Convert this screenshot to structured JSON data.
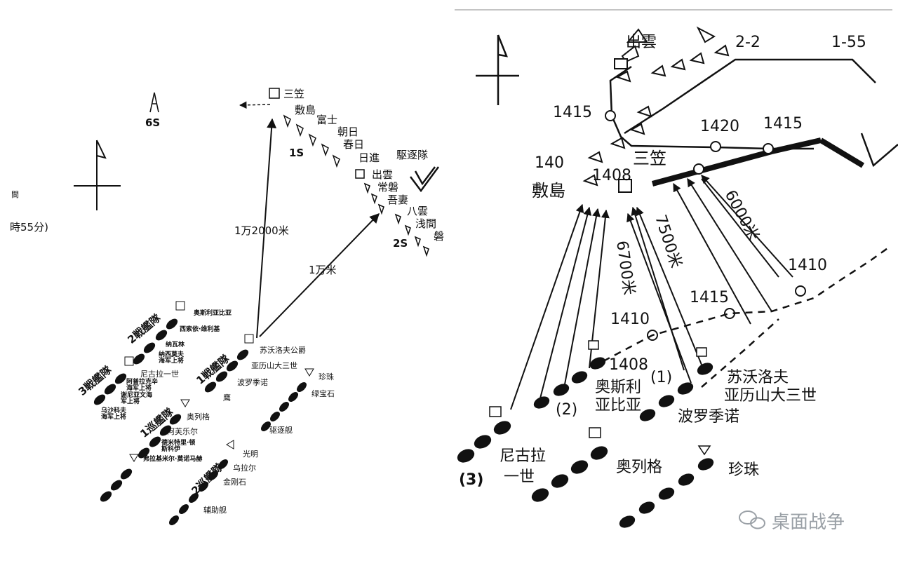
{
  "left": {
    "edge_top": "間",
    "edge_time": "時55分)",
    "north_6s": "6S",
    "mikasa": "三笠",
    "shikishima": "敷島",
    "fuji": "富士",
    "asahi": "朝日",
    "kasuga": "春日",
    "nisshin": "日進",
    "group_1s": "1S",
    "group_2s": "2S",
    "destroyers_jp": "駆逐隊",
    "izumo": "出雲",
    "tokiwa": "常磐",
    "azuma": "吾妻",
    "yakumo": "八雲",
    "asama": "浅間",
    "iwate": "磐",
    "dist_12000": "1万2000米",
    "dist_10000": "1万米",
    "bb2": "2戦艦隊",
    "bb3": "3戦艦隊",
    "bb1": "1戦艦隊",
    "cr1": "1巡艦隊",
    "cr2": "2巡艦隊",
    "oslyabya": "奥斯利亚比亚",
    "sisoy": "西索依·维利基",
    "navarin": "纳瓦林",
    "nakhimov": "纳西莫夫海军上将",
    "nikolai": "尼古拉一世",
    "apraksin": "阿普拉克辛海军上将",
    "senyavin": "谢尼亚文海军上将",
    "ushakov": "乌沙科夫海军上将",
    "suvorov": "苏沃洛夫公爵",
    "alexander": "亚历山大三世",
    "borodino": "波罗季诺",
    "oryol": "鹰",
    "zhemchug": "珍珠",
    "izumrud": "绿宝石",
    "destroyers_ru": "驱逐舰",
    "oleg": "奥列格",
    "aurora": "阿芙乐尔",
    "donskoy": "德米特里·顿斯科伊",
    "monomakh": "弗拉基米尔·莫诺马赫",
    "svetlana": "光明",
    "ural": "乌拉尔",
    "almaz": "金刚石",
    "auxiliary": "辅助舰"
  },
  "right": {
    "izumo": "出雲",
    "label_2_2": "2-2",
    "label_1_55": "1-55",
    "t1415_a": "1415",
    "t1420": "1420",
    "t1415_b": "1415",
    "mikasa": "三笠",
    "t140": "140",
    "shikishima": "敷島",
    "t1408_a": "1408",
    "d6000": "6000米",
    "d7500": "7500米",
    "d6700": "6700米",
    "t1410_a": "1410",
    "t1415_c": "1415",
    "t1410_b": "1410",
    "t1408_b": "1408",
    "g1": "(1)",
    "g2": "(2)",
    "g3": "(3)",
    "suvorov": "苏沃洛夫",
    "alexander": "亚历山大三世",
    "borodino": "波罗季诺",
    "osl1": "奥斯利",
    "osl2": "亚比亚",
    "nik1": "尼古拉",
    "nik2": "一世",
    "oleg": "奥列格",
    "zhemchug": "珍珠",
    "watermark": "桌面战争"
  }
}
